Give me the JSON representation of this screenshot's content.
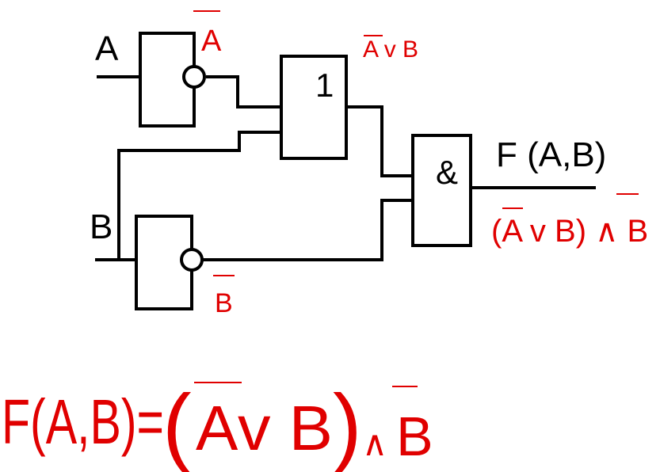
{
  "circuit": {
    "input_a": "A",
    "input_b": "B",
    "or_gate_symbol": "1",
    "and_gate_symbol": "&",
    "output_label": "F (A,B)"
  },
  "annotations": {
    "not_a": "A",
    "or_result": "A v B",
    "not_b": "B",
    "output_expr_main": "(A v B) ∧ ",
    "output_expr_b": "B"
  },
  "formula": {
    "lhs": "F(A,B)=",
    "rhs_open": "(",
    "a": "A",
    "op": " v B",
    "rhs_close": ")",
    "and": "∧",
    "b": "B"
  },
  "colors": {
    "ink": "#000000",
    "handwriting": "#e00000"
  }
}
